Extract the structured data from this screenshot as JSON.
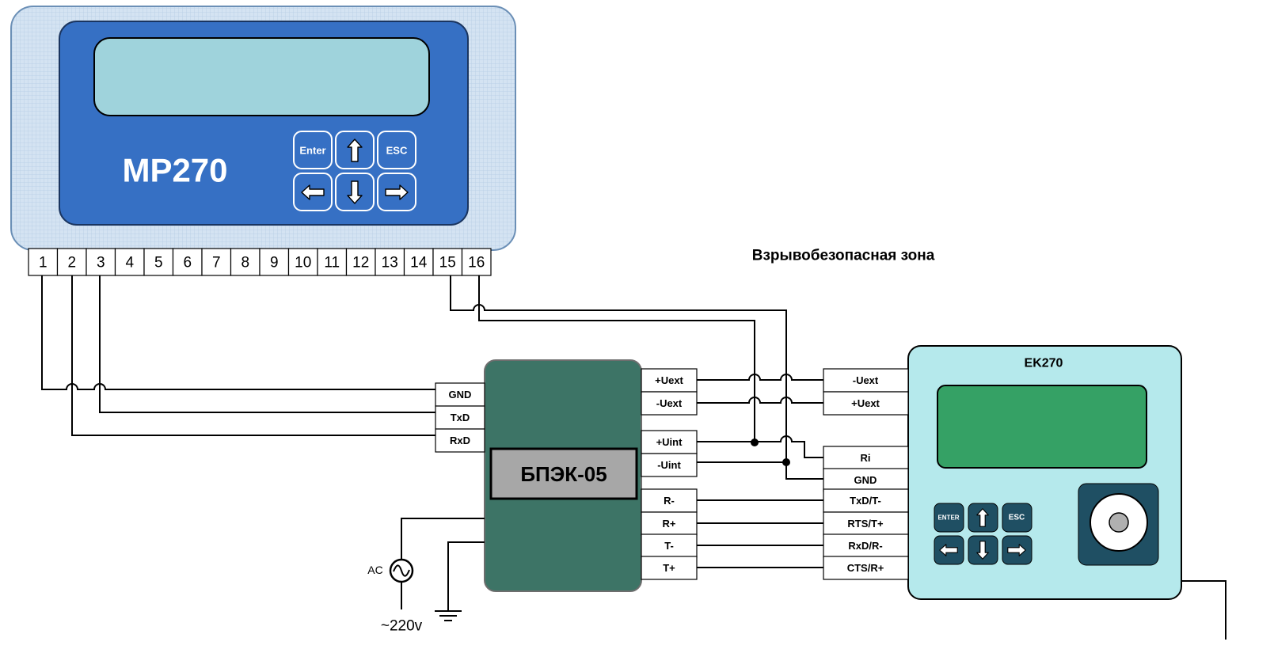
{
  "mr270": {
    "name": "MP270",
    "keys": {
      "enter": "Enter",
      "esc": "ESC"
    },
    "terminals": [
      "1",
      "2",
      "3",
      "4",
      "5",
      "6",
      "7",
      "8",
      "9",
      "10",
      "11",
      "12",
      "13",
      "14",
      "15",
      "16"
    ]
  },
  "zone_label": "Взрывобезопасная зона",
  "bpek": {
    "name": "БПЭК-05",
    "left_terminals": [
      "GND",
      "TxD",
      "RxD"
    ],
    "right_terminals": [
      "+Uext",
      "-Uext",
      "+Uint",
      "-Uint",
      "R-",
      "R+",
      "T-",
      "T+"
    ]
  },
  "ek270": {
    "name": "EK270",
    "terminals": [
      "-Uext",
      "+Uext",
      "Ri",
      "GND",
      "TxD/T-",
      "RTS/T+",
      "RxD/R-",
      "CTS/R+"
    ],
    "keys": {
      "enter": "ENTER",
      "esc": "ESC"
    }
  },
  "power": {
    "ac_label": "AC",
    "voltage_label": "~220v"
  },
  "colors": {
    "mr270_frame": "#c9dcee",
    "mr270_panel": "#3670c4",
    "mr270_lcd": "#9fd3dc",
    "bpek_body": "#3d7466",
    "bpek_label_bg": "#a7a7a7",
    "ek270_body": "#b5e9ec",
    "ek270_lcd": "#35a165",
    "ek270_keys": "#1f4f63",
    "wire": "#000000"
  }
}
